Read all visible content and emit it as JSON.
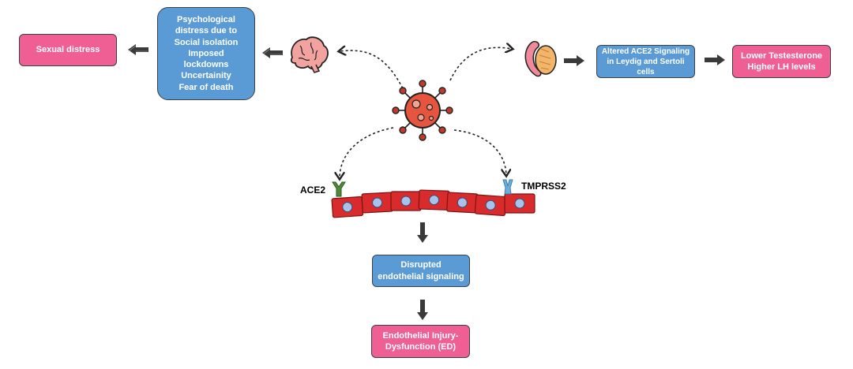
{
  "colors": {
    "pink_box": "#f05f94",
    "blue_box": "#5b9bd5",
    "cell_red": "#d92b2b",
    "nucleus": "#a9c2e8",
    "virus": "#e8553e",
    "ace2_receptor": "#4e8a3a",
    "tmprss2_receptor": "#6aaee0",
    "brain": "#f2a3a0",
    "arrow": "#333333"
  },
  "boxes": {
    "sexual_distress": "Sexual distress",
    "psychological_lines": [
      "Psychological",
      "distress due to",
      "Social isolation",
      "Imposed",
      "lockdowns",
      "Uncertainity",
      "Fear of death"
    ],
    "ace2_signaling_lines": [
      "Altered ACE2 Signaling",
      "in Leydig and Sertoli",
      "cells"
    ],
    "testosterone_lines": [
      "Lower Testesterone",
      "Higher LH levels"
    ],
    "disrupted_lines": [
      "Disrupted",
      "endothelial signaling"
    ],
    "injury_lines": [
      "Endothelial Injury-",
      "Dysfunction (ED)"
    ]
  },
  "labels": {
    "ace2": "ACE2",
    "tmprss2": "TMPRSS2"
  },
  "icons": {
    "virus": "virus-icon",
    "brain": "brain-icon",
    "testis": "testis-icon",
    "cells": "endothelial-cell-layer"
  }
}
